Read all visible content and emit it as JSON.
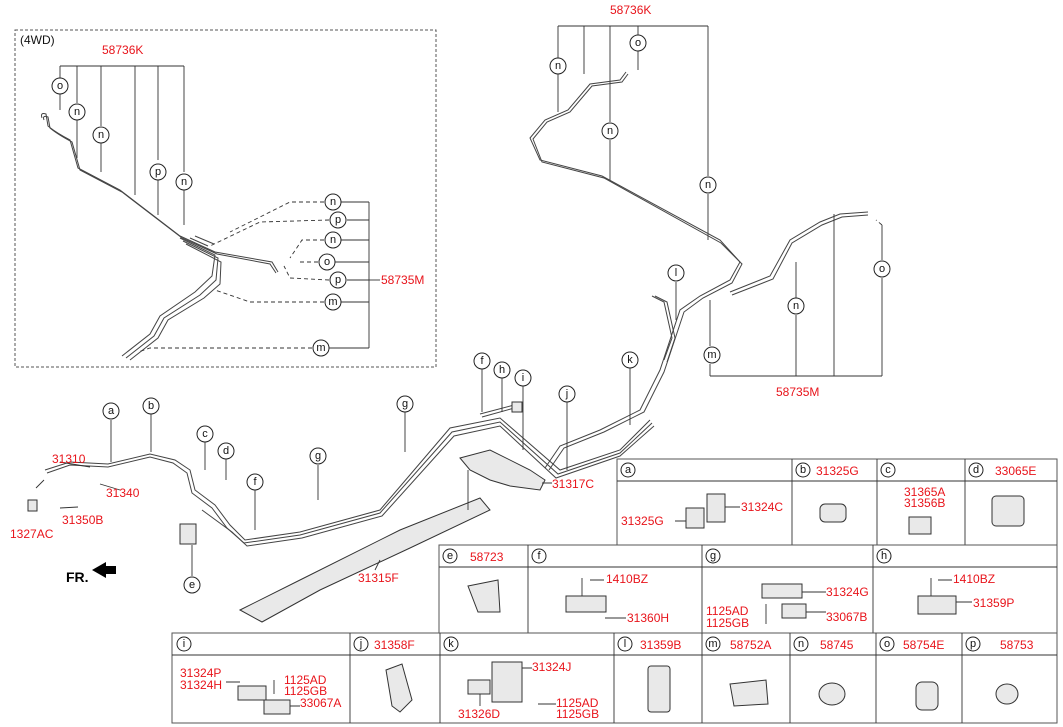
{
  "region_4wd": "(4WD)",
  "labels": {
    "p58736K_a": "58736K",
    "p58736K_b": "58736K",
    "p58735M_a": "58735M",
    "p58735M_b": "58735M",
    "p31310": "31310",
    "p31340": "31340",
    "p31350B": "31350B",
    "p1327AC": "1327AC",
    "p31317C": "31317C",
    "p31315F": "31315F",
    "fr": "FR."
  },
  "balloons": {
    "a": "a",
    "b": "b",
    "c": "c",
    "d": "d",
    "e": "e",
    "f1": "f",
    "f2": "f",
    "g1": "g",
    "g2": "g",
    "h": "h",
    "i": "i",
    "j": "j",
    "k": "k",
    "l": "l",
    "n1": "n",
    "n2": "n",
    "n3": "n",
    "n4": "n",
    "n5": "n",
    "n6": "n",
    "n7": "n",
    "n8": "n",
    "n9": "n",
    "o1": "o",
    "o2": "o",
    "o3": "o",
    "o4": "o",
    "p1": "p",
    "p2": "p",
    "p3": "p",
    "m1": "m",
    "m2": "m",
    "m3": "m"
  },
  "table": {
    "row1": [
      {
        "key": "a",
        "pn": ""
      },
      {
        "key": "b",
        "pn": "31325G"
      },
      {
        "key": "c",
        "pn": ""
      },
      {
        "key": "d",
        "pn": "33065E"
      }
    ],
    "row2": [
      {
        "key": "e",
        "pn": "58723"
      },
      {
        "key": "f",
        "pn": ""
      },
      {
        "key": "g",
        "pn": ""
      },
      {
        "key": "h",
        "pn": ""
      }
    ],
    "row3": [
      {
        "key": "i",
        "pn": ""
      },
      {
        "key": "j",
        "pn": "31358F"
      },
      {
        "key": "k",
        "pn": ""
      },
      {
        "key": "l",
        "pn": "31359B"
      },
      {
        "key": "m",
        "pn": "58752A"
      },
      {
        "key": "n",
        "pn": "58745"
      },
      {
        "key": "o",
        "pn": "58754E"
      },
      {
        "key": "p",
        "pn": "58753"
      }
    ],
    "a_parts": [
      "31325G",
      "31324C"
    ],
    "c_parts": [
      "31365A",
      "31356B"
    ],
    "f_parts": [
      "1410BZ",
      "31360H"
    ],
    "g_parts": [
      "31324G",
      "1125AD",
      "1125GB",
      "33067B"
    ],
    "h_parts": [
      "1410BZ",
      "31359P"
    ],
    "i_parts": [
      "31324P",
      "31324H",
      "1125AD",
      "1125GB",
      "33067A"
    ],
    "k_parts": [
      "31324J",
      "31326D",
      "1125AD",
      "1125GB"
    ]
  }
}
